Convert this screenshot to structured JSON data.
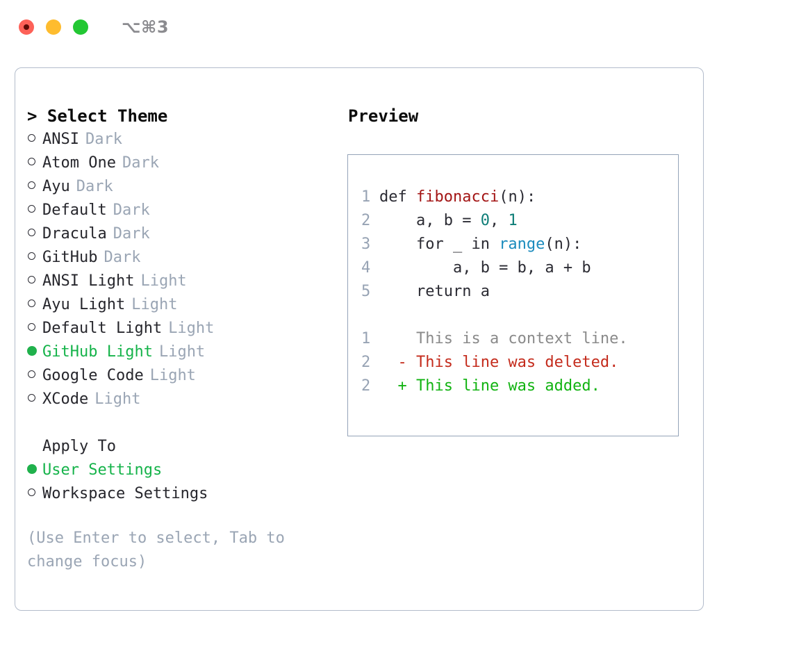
{
  "titlebar": {
    "shortcut": "⌥⌘3",
    "lights": [
      "close",
      "minimize",
      "zoom"
    ]
  },
  "theme_list": {
    "header": "> Select Theme",
    "items": [
      {
        "name": "ANSI",
        "badge": "Dark",
        "selected": false
      },
      {
        "name": "Atom One",
        "badge": "Dark",
        "selected": false
      },
      {
        "name": "Ayu",
        "badge": "Dark",
        "selected": false
      },
      {
        "name": "Default",
        "badge": "Dark",
        "selected": false
      },
      {
        "name": "Dracula",
        "badge": "Dark",
        "selected": false
      },
      {
        "name": "GitHub",
        "badge": "Dark",
        "selected": false
      },
      {
        "name": "ANSI Light",
        "badge": "Light",
        "selected": false
      },
      {
        "name": "Ayu Light",
        "badge": "Light",
        "selected": false
      },
      {
        "name": "Default Light",
        "badge": "Light",
        "selected": false
      },
      {
        "name": "GitHub Light",
        "badge": "Light",
        "selected": true
      },
      {
        "name": "Google Code",
        "badge": "Light",
        "selected": false
      },
      {
        "name": "XCode",
        "badge": "Light",
        "selected": false
      }
    ]
  },
  "apply_to": {
    "label": "Apply To",
    "options": [
      {
        "name": "User Settings",
        "selected": true
      },
      {
        "name": "Workspace Settings",
        "selected": false
      }
    ]
  },
  "hint": "(Use Enter to select, Tab to change focus)",
  "preview": {
    "title": "Preview",
    "code_lines": [
      {
        "num": "1",
        "tokens": [
          {
            "t": "def ",
            "c": "plain"
          },
          {
            "t": "fibonacci",
            "c": "fn"
          },
          {
            "t": "(n):",
            "c": "plain"
          }
        ]
      },
      {
        "num": "2",
        "tokens": [
          {
            "t": "    a, b = ",
            "c": "plain"
          },
          {
            "t": "0",
            "c": "num"
          },
          {
            "t": ", ",
            "c": "plain"
          },
          {
            "t": "1",
            "c": "num"
          }
        ]
      },
      {
        "num": "3",
        "tokens": [
          {
            "t": "    for _ in ",
            "c": "plain"
          },
          {
            "t": "range",
            "c": "call"
          },
          {
            "t": "(n):",
            "c": "plain"
          }
        ]
      },
      {
        "num": "4",
        "tokens": [
          {
            "t": "        a, b = b, a + b",
            "c": "plain"
          }
        ]
      },
      {
        "num": "5",
        "tokens": [
          {
            "t": "    return a",
            "c": "plain"
          }
        ]
      }
    ],
    "diff_lines": [
      {
        "num": "1",
        "marker": "  ",
        "text": "This is a context line.",
        "kind": "ctx"
      },
      {
        "num": "2",
        "marker": "- ",
        "text": "This line was deleted.",
        "kind": "del"
      },
      {
        "num": "2",
        "marker": "+ ",
        "text": "This line was added.",
        "kind": "add"
      }
    ]
  },
  "colors": {
    "selected_green": "#15b34a",
    "badge_gray": "#9aa5b4",
    "panel_border": "#b3bccb",
    "preview_border": "#94a3b8",
    "syntax_function": "#a31515",
    "syntax_number": "#0d7d77",
    "syntax_call": "#1b8bbd",
    "diff_added": "#12b312",
    "diff_deleted": "#c42b1c",
    "diff_context": "#8a8a8a"
  }
}
